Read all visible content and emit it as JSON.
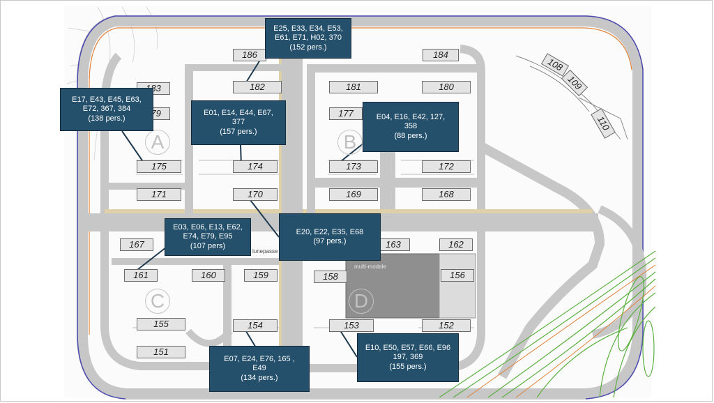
{
  "buildings": [
    "186",
    "184",
    "183",
    "182",
    "181",
    "180",
    "179",
    "177",
    "175",
    "174",
    "173",
    "172",
    "171",
    "170",
    "169",
    "168",
    "167",
    "163",
    "162",
    "161",
    "160",
    "159",
    "158",
    "156",
    "155",
    "154",
    "153",
    "152",
    "151",
    "108",
    "109",
    "110"
  ],
  "zones": [
    "A",
    "B",
    "C",
    "D"
  ],
  "map_text": {
    "multimodal": "multi-modale",
    "lunepass": "lunepasse"
  },
  "callouts": [
    {
      "id": "c1",
      "lines": [
        "E25, E33, E34, E53,",
        "E61, E71, H02, 370",
        "(152 pers.)"
      ]
    },
    {
      "id": "c2",
      "lines": [
        "E17, E43, E45, E63,",
        "E72, 367, 384",
        "(138 pers.)"
      ]
    },
    {
      "id": "c3",
      "lines": [
        "E01, E14, E44, E67,",
        "377",
        "(157 pers.)"
      ]
    },
    {
      "id": "c4",
      "lines": [
        "E04, E16, E42, 127,",
        "358",
        "(88 pers.)"
      ]
    },
    {
      "id": "c5",
      "lines": [
        "E03, E06, E13, E62,",
        "E74, E79, E95",
        "(107 pers)"
      ]
    },
    {
      "id": "c6",
      "lines": [
        "E20, E22, E35, E68",
        "(97 pers.)"
      ]
    },
    {
      "id": "c7",
      "lines": [
        "E07, E24, E76, 165 ,",
        "E49",
        "(134 pers.)"
      ]
    },
    {
      "id": "c8",
      "lines": [
        "E10, E50, E57, E66, E96",
        "197, 369",
        "(155 pers.)"
      ]
    }
  ],
  "colors": {
    "callout_bg": "#24506c",
    "road": "#c7c7c7",
    "ring_blue": "#4b4bb0",
    "ring_orange": "#e0823a",
    "green_lines": "#5bb040"
  }
}
